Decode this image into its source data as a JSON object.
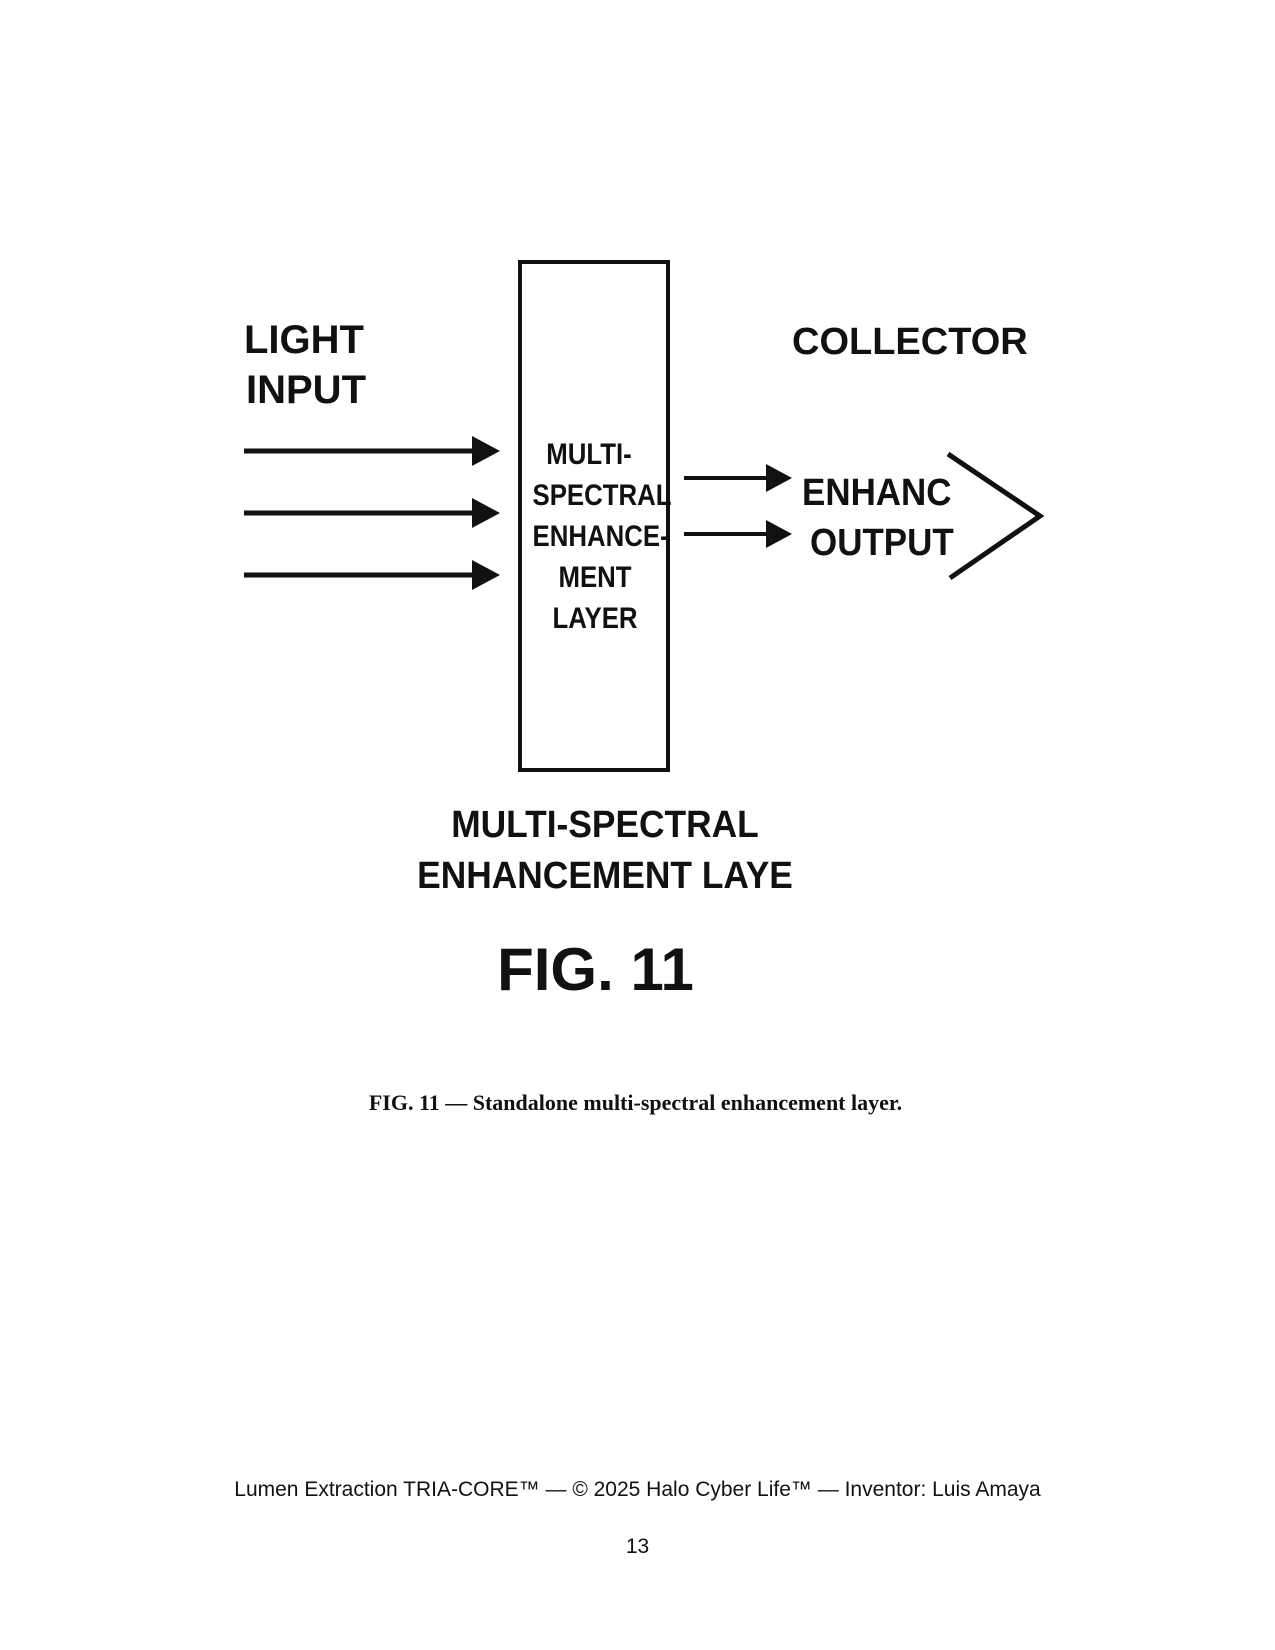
{
  "diagram": {
    "light_input": [
      "LIGHT",
      "INPUT"
    ],
    "collector": "COLLECTOR",
    "layer_box_text": [
      "MULTI-",
      "SPECTRAL",
      "ENHANCE-",
      "MENT",
      "LAYER"
    ],
    "output_text": [
      "ENHANC",
      "OUTPUT"
    ],
    "title": [
      "MULTI-SPECTRAL",
      "ENHANCEMENT LAYE"
    ],
    "figure_label": "FIG. 11"
  },
  "caption": "FIG. 11 — Standalone multi-spectral enhancement layer.",
  "footer": "Lumen Extraction TRIA-CORE™ — © 2025 Halo Cyber Life™ — Inventor: Luis Amaya",
  "page_number": "13"
}
